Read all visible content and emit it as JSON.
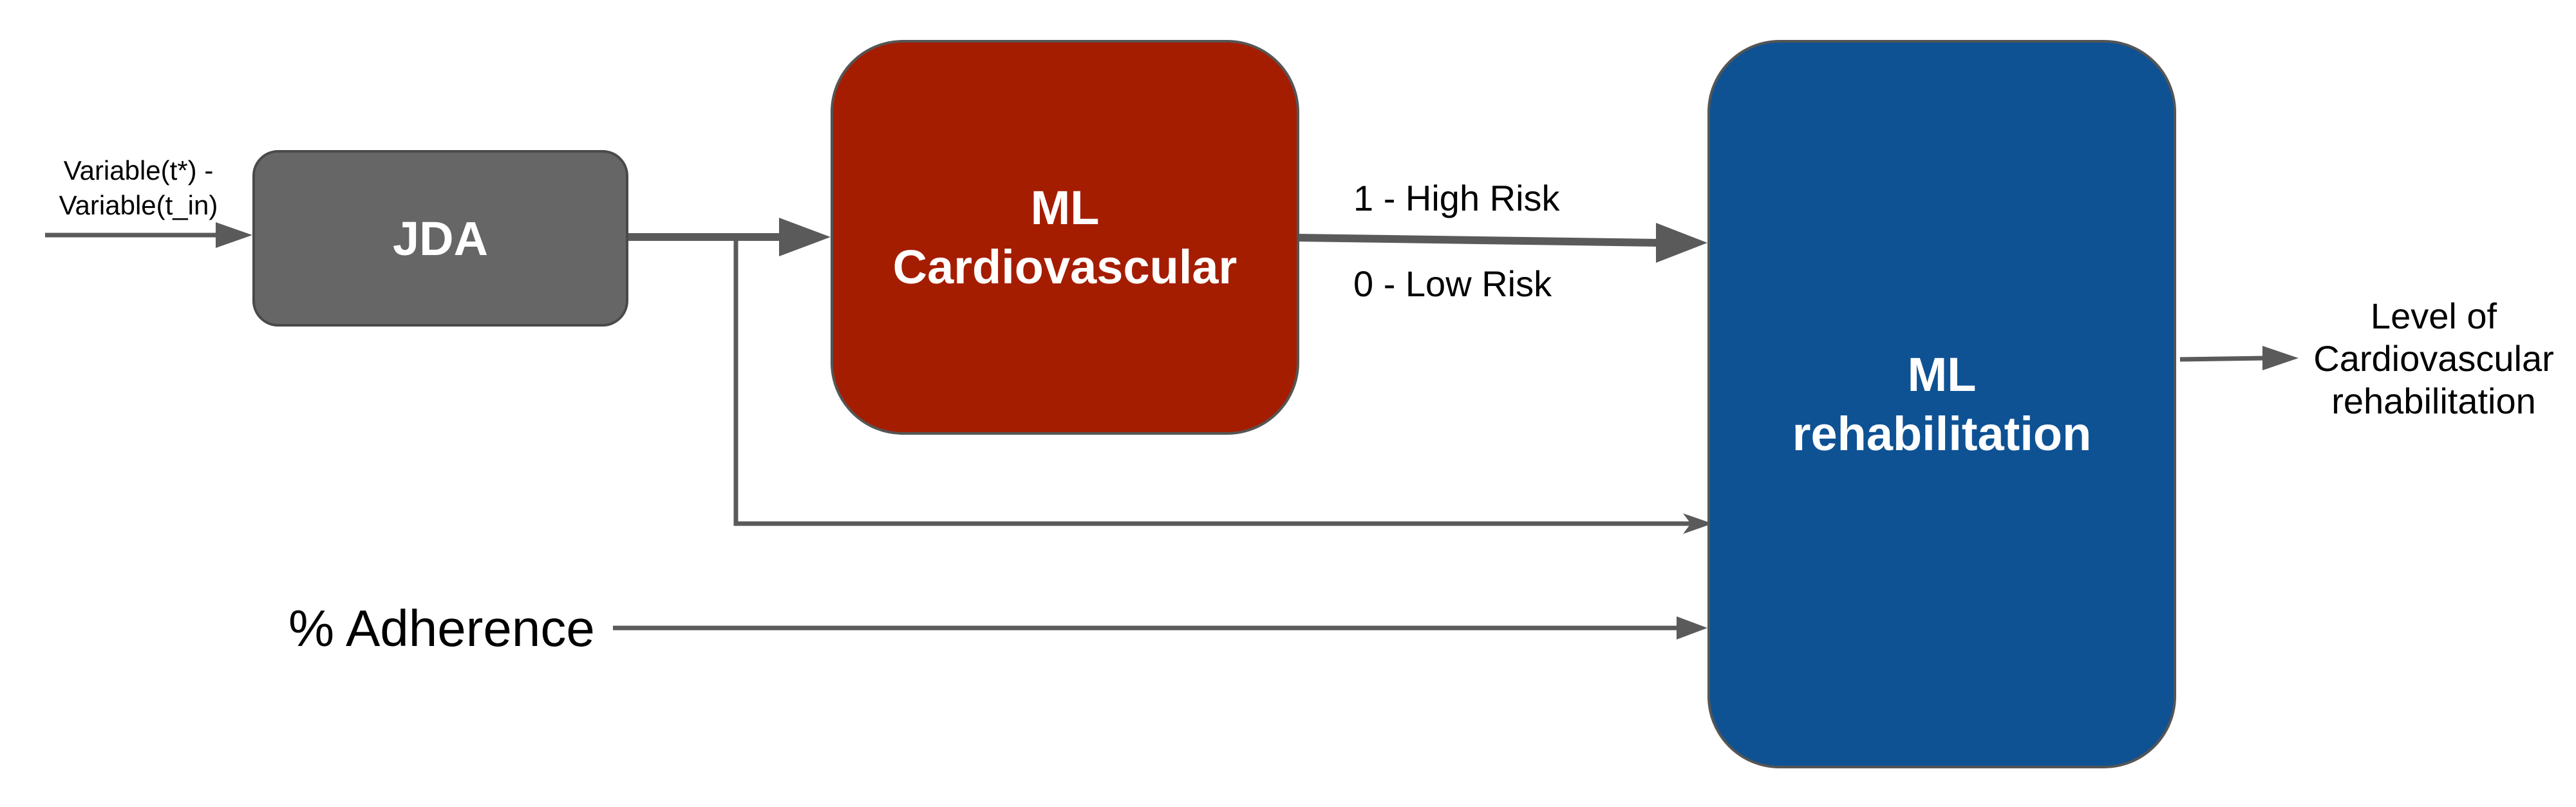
{
  "colors": {
    "jda_fill": "#666666",
    "cardio_fill": "#a51d01",
    "rehab_fill": "#0e5294",
    "arrow": "#5a5a5a"
  },
  "nodes": {
    "jda": {
      "label": "JDA"
    },
    "ml_cardiovascular": {
      "line1": "ML",
      "line2": "Cardiovascular"
    },
    "ml_rehabilitation": {
      "line1": "ML",
      "line2": "rehabilitation"
    }
  },
  "labels": {
    "input_line1": "Variable(t*) -",
    "input_line2": "Variable(t_in)",
    "high_risk": "1 - High Risk",
    "low_risk": "0 - Low Risk",
    "adherence": "% Adherence",
    "output_line1": "Level of",
    "output_line2": "Cardiovascular",
    "output_line3": "rehabilitation"
  }
}
